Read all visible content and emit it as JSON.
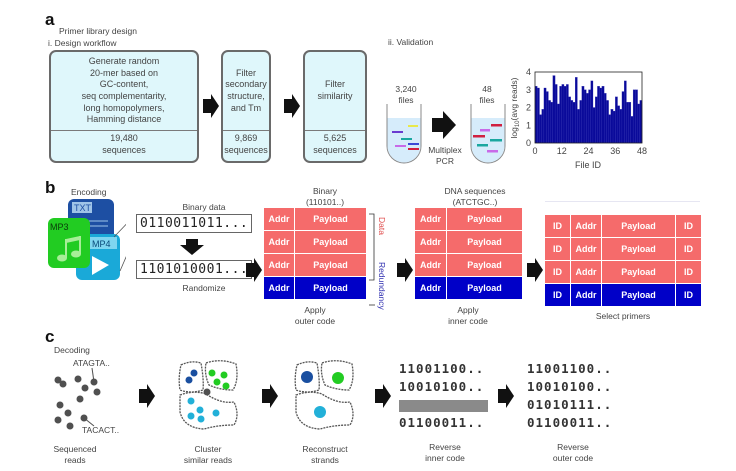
{
  "panel_a": {
    "letter": "a",
    "title": "Primer library design",
    "workflow_title": "i. Design workflow",
    "steps": [
      {
        "description": [
          "Generate random",
          "20-mer based on",
          "GC-content,",
          "seq complementarity,",
          "long homopolymers,",
          "Hamming distance"
        ],
        "count": "19,480",
        "unit": "sequences"
      },
      {
        "description": [
          "Filter",
          "secondary",
          "structure,",
          "and Tm"
        ],
        "count": "9,869",
        "unit": "sequences"
      },
      {
        "description": [
          "Filter",
          "similarity"
        ],
        "count": "5,625",
        "unit": "sequences"
      }
    ],
    "validation_title": "ii. Validation",
    "tube_left": {
      "count": "3,240",
      "unit": "files"
    },
    "tube_right": {
      "count": "48",
      "unit": "files"
    },
    "pcr_label": [
      "Multiplex",
      "PCR"
    ],
    "colors": {
      "box_fill": "#dff7fb",
      "box_border": "#6a6a6a"
    }
  },
  "chart_data": {
    "type": "bar",
    "title": "",
    "xlabel": "File ID",
    "ylabel": "log10(avg reads)",
    "ylabel_parts": {
      "base": "log",
      "sub": "10",
      "rest": "(avg reads)"
    },
    "xlim": [
      0,
      48
    ],
    "ylim": [
      0,
      4
    ],
    "xticks": [
      "0",
      "12",
      "24",
      "36",
      "48"
    ],
    "yticks": [
      "0",
      "1",
      "2",
      "3",
      "4"
    ],
    "bar_color": "#0a0a9a",
    "values": [
      3.2,
      3.1,
      1.6,
      1.9,
      3.1,
      2.9,
      2.4,
      2.3,
      3.8,
      3.3,
      2.2,
      3.2,
      3.3,
      3.2,
      3.3,
      2.6,
      2.4,
      2.3,
      3.7,
      1.9,
      2.4,
      3.2,
      3.0,
      2.8,
      3.0,
      3.5,
      2.0,
      2.6,
      3.2,
      3.1,
      3.2,
      2.8,
      2.4,
      1.6,
      1.9,
      1.8,
      2.6,
      2.1,
      1.9,
      2.9,
      3.5,
      2.3,
      2.3,
      1.5,
      3.0,
      3.0,
      2.2,
      2.4
    ]
  },
  "panel_b": {
    "letter": "b",
    "encoding_label": "Encoding",
    "file_types": [
      "TXT",
      "MP3",
      "MP4"
    ],
    "binary_label": "Binary data",
    "binary_value": "0110011011...",
    "randomized_value": "1101010001...",
    "randomize_label": "Randomize",
    "binary_table_title": [
      "Binary",
      "(110101..)"
    ],
    "dna_table_title": [
      "DNA sequences",
      "(ATCTGC..)"
    ],
    "addr": "Addr",
    "payload": "Payload",
    "id": "ID",
    "data_label": "Data",
    "redundancy_label": "Redundancy",
    "outer_code_label": [
      "Apply",
      "outer code"
    ],
    "inner_code_label": [
      "Apply",
      "inner code"
    ],
    "select_primers_label": "Select primers",
    "colors": {
      "data": "#f56b6b",
      "redundancy": "#0000c8",
      "txt": "#1d4fa3",
      "mp3": "#22cc22",
      "mp4": "#1aa9d8"
    }
  },
  "panel_c": {
    "letter": "c",
    "decoding_label": "Decoding",
    "read_a": "ATAGTA..",
    "read_b": "TACACT..",
    "steps": [
      {
        "label": [
          "Sequenced",
          "reads"
        ]
      },
      {
        "label": [
          "Cluster",
          "similar reads"
        ]
      },
      {
        "label": [
          "Reconstruct",
          "strands"
        ]
      },
      {
        "label": [
          "Reverse",
          "inner code"
        ]
      },
      {
        "label": [
          "Reverse",
          "outer code"
        ]
      }
    ],
    "inner_rows": [
      "11001100..",
      "10010100..",
      "",
      "01100011.."
    ],
    "outer_rows": [
      "11001100..",
      "10010100..",
      "01010111..",
      "01100011.."
    ],
    "colors": {
      "read_dot": "#505050",
      "dark_blue": "#1a4fa0",
      "green": "#22cc22",
      "cyan": "#22b0d8",
      "erasure": "#8a8a8a"
    }
  }
}
